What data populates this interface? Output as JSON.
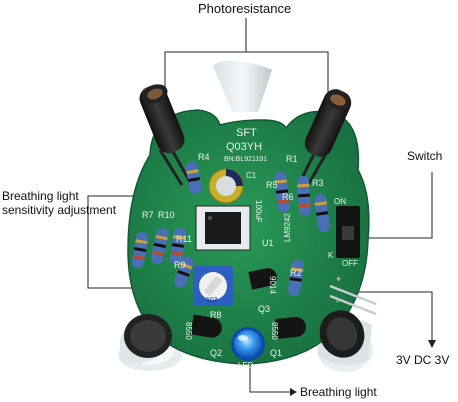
{
  "callouts": {
    "photoresistance": "Photoresistance",
    "switch": "Switch",
    "sensitivity": "Breathing light\nsensitivity adjustment",
    "sensitivity_line1": "Breathing light",
    "sensitivity_line2": "sensitivity adjustment",
    "power": "3V DC 3V",
    "led": "Breathing light"
  },
  "silkscreen": {
    "brand": "SFT",
    "model": "Q03YH",
    "serial": "BN:BL921191",
    "r4": "R4",
    "r1": "R1",
    "c1": "C1",
    "c1_value": "100uF",
    "r5": "R5",
    "r3": "R3",
    "r6": "R6",
    "r7": "R7",
    "r10": "R10",
    "r11": "R11",
    "u1": "U1",
    "ic_part": "LM9242",
    "on": "ON",
    "k": "K",
    "off": "OFF",
    "r2": "R2",
    "r9": "R9",
    "r8": "R8",
    "q3_part": "9014",
    "q3": "Q3",
    "q2_part": "8550",
    "q1_part": "8550",
    "q2": "Q2",
    "q1": "Q1",
    "led": "LED",
    "r8_value": "103",
    "plus": "+",
    "minus": "-"
  },
  "colors": {
    "pcb": "#1f8a4a",
    "pcb_dark": "#167040",
    "callout_line": "#222222",
    "led": "#2a88e8"
  }
}
